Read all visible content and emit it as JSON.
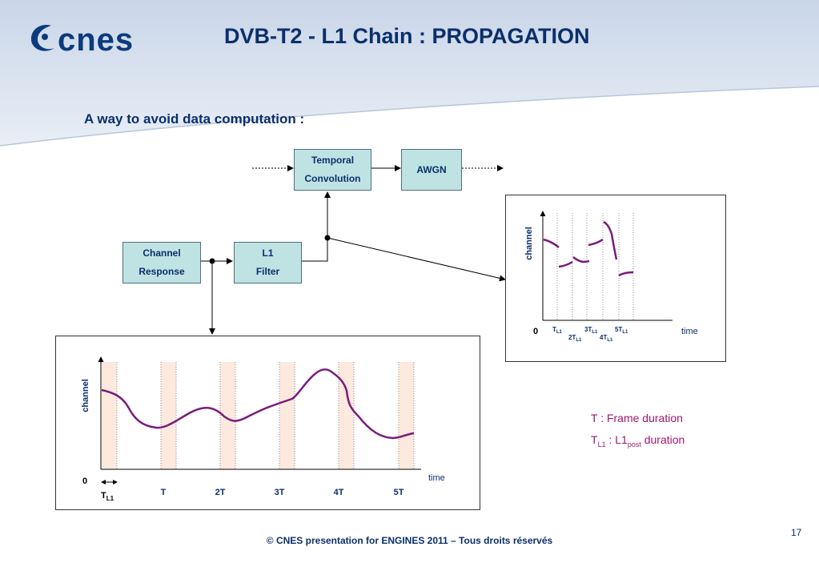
{
  "header": {
    "logo_text": "cnes",
    "title": "DVB-T2 - L1 Chain : PROPAGATION"
  },
  "subtitle": "A way to avoid data computation :",
  "blocks": {
    "temporal_convolution": [
      "Temporal",
      "Convolution"
    ],
    "awgn": "AWGN",
    "channel_response": [
      "Channel",
      "Response"
    ],
    "l1_filter": [
      "L1",
      "Filter"
    ]
  },
  "bottom_plot": {
    "ylabel": "channel",
    "xlabel": "time",
    "origin": "0",
    "ticks": [
      "T",
      "2T",
      "3T",
      "4T",
      "5T"
    ],
    "tl1_label": "T",
    "tl1_sub": "L1"
  },
  "right_plot": {
    "ylabel": "channel",
    "xlabel": "time",
    "origin": "0",
    "ticks": [
      {
        "main": "T",
        "sub": "L1"
      },
      {
        "main": "2T",
        "sub": "L1"
      },
      {
        "main": "3T",
        "sub": "L1"
      },
      {
        "main": "4T",
        "sub": "L1"
      },
      {
        "main": "5T",
        "sub": "L1"
      }
    ]
  },
  "notes": {
    "frame": "T : Frame duration",
    "tl1_main": "T",
    "tl1_sub": "L1",
    "tl1_mid": " : L1",
    "tl1_post": "post",
    "tl1_end": " duration"
  },
  "footer": "© CNES presentation for ENGINES 2011 – Tous droits réservés",
  "page_number": "17",
  "colors": {
    "title": "#0b2f6b",
    "block_fill": "#bfe3e3",
    "curve": "#7a1a7a",
    "band": "#fde9de",
    "note": "#a0186b"
  }
}
